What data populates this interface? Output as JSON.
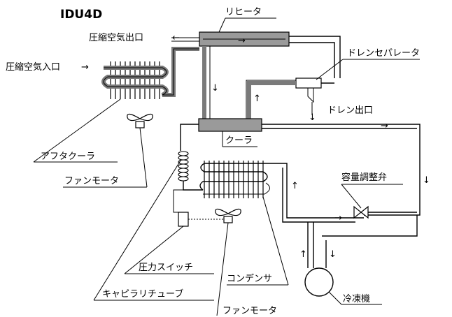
{
  "title": "IDU4D",
  "labels": {
    "reheater": "リヒータ",
    "compressed_air_outlet": "圧縮空気出口",
    "compressed_air_inlet": "圧縮空気入口",
    "drain_separator": "ドレンセパレータ",
    "drain_outlet": "ドレン出口",
    "cooler": "クーラ",
    "aftercooler": "アフタクーラ",
    "fan_motor_1": "ファンモータ",
    "capacity_valve": "容量調整弁",
    "pressure_switch": "圧力スイッチ",
    "condenser": "コンデンサ",
    "capillary_tube": "キャピラリチューブ",
    "refrigerator": "冷凍機",
    "fan_motor_2": "ファンモータ"
  },
  "arrow_glyphs": {
    "left": "←",
    "right": "→",
    "up": "↑",
    "down": "↓"
  },
  "colors": {
    "line": "#000000",
    "air_pipe": "#7a7a7a",
    "heat_exchanger": "#9a9a9a"
  }
}
